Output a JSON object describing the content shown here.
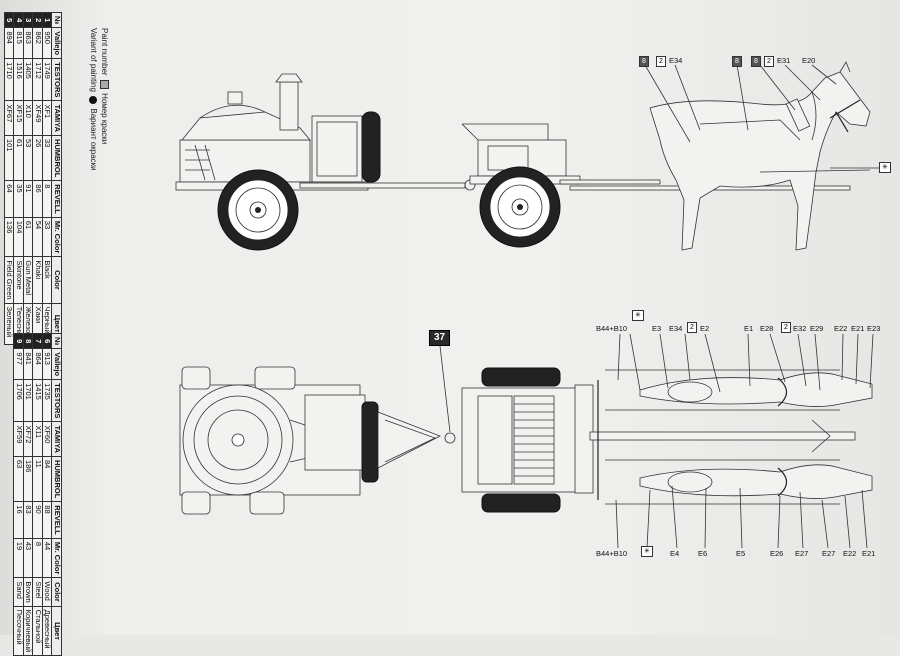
{
  "legend": {
    "paint_number": "Paint number",
    "paint_number_ru": "Номер краски",
    "variant": "Variant of painting",
    "variant_ru": "Вариант окраски"
  },
  "tables": {
    "header": [
      "№",
      "Vallejo",
      "TESTORS",
      "TAMIYA",
      "HUMBROL",
      "REVELL",
      "Mr. Color",
      "Color",
      "Цвет"
    ],
    "table1_rows": [
      [
        "1",
        "950",
        "1749",
        "XF1",
        "33",
        "8",
        "33",
        "Black",
        "Черный"
      ],
      [
        "2",
        "862",
        "1712",
        "XF49",
        "26",
        "86",
        "54",
        "Khaki",
        "Хаки"
      ],
      [
        "3",
        "863",
        "1405",
        "X10",
        "53",
        "91",
        "61",
        "Gun Metal",
        "Железо"
      ],
      [
        "4",
        "815",
        "1516",
        "XF15",
        "61",
        "35",
        "104",
        "Skintone",
        "Телесный"
      ],
      [
        "5",
        "894",
        "1710",
        "XF67",
        "101",
        "64",
        "136",
        "Field Green",
        "Зеленый"
      ]
    ],
    "table2_rows": [
      [
        "6",
        "913",
        "1735",
        "XF60",
        "84",
        "88",
        "44",
        "Wood",
        "Древесный"
      ],
      [
        "7",
        "864",
        "1415",
        "X11",
        "11",
        "90",
        "8",
        "Steel",
        "Стальной"
      ],
      [
        "8",
        "841",
        "1701",
        "XF72",
        "186",
        "83",
        "43",
        "Brown",
        "Коричневый"
      ],
      [
        "9",
        "977",
        "1706",
        "XF59",
        "63",
        "16",
        "19",
        "Sand",
        "Песочный"
      ]
    ]
  },
  "step_number": "37",
  "side_view_labels": {
    "tag_a": "8",
    "tag_b": "2",
    "e34": "E34",
    "tag_c": "8",
    "tag_d": "8",
    "tag_e": "2",
    "e31": "E31",
    "e20": "E20"
  },
  "top_view_labels": {
    "b44_top": "B44+B10",
    "e3": "E3",
    "e34": "E34",
    "tag_2a": "2",
    "e2": "E2",
    "e1": "E1",
    "e28": "E28",
    "tag_2b": "2",
    "e32": "E32",
    "e29": "E29",
    "e22_top": "E22",
    "e21_top": "E21",
    "e23": "E23",
    "b44_bottom": "B44+B10",
    "e4": "E4",
    "e6": "E6",
    "e5": "E5",
    "e26": "E26",
    "e27_a": "E27",
    "e27_b": "E27",
    "e22_bottom": "E22",
    "e21_bottom": "E21"
  },
  "icons": [
    "star-symbol-icon",
    "paint-number-square-icon",
    "paint-variant-dot-icon",
    "hexagon-paint-tag-icon"
  ]
}
